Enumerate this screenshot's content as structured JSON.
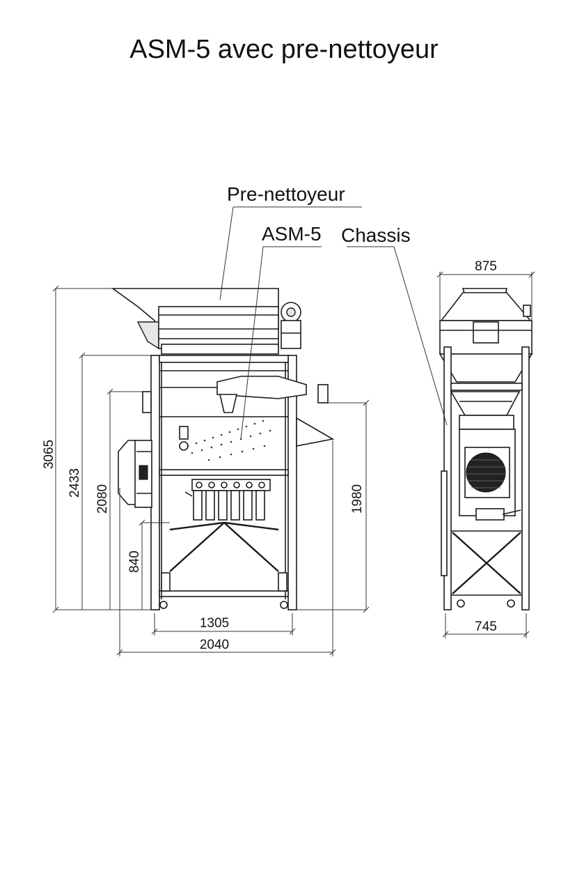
{
  "title": "ASM-5 avec pre-nettoyeur",
  "callouts": {
    "pre_cleaner": "Pre-nettoyeur",
    "asm5": "ASM-5",
    "chassis": "Chassis"
  },
  "dimensions": {
    "front_view": {
      "total_height": "3065",
      "height_2": "2433",
      "height_3": "2080",
      "height_4": "840",
      "right_height": "1980",
      "frame_width": "1305",
      "total_width": "2040"
    },
    "side_view": {
      "top_width": "875",
      "base_width": "745"
    }
  }
}
